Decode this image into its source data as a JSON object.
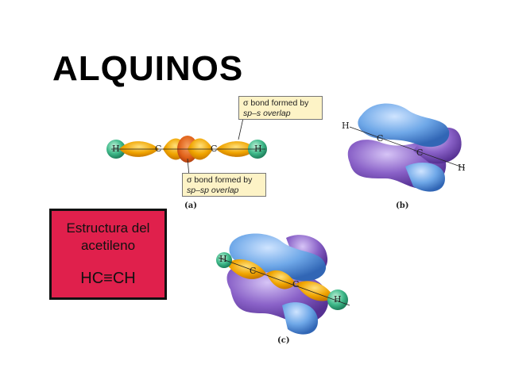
{
  "title": "ALQUINOS",
  "box": {
    "line1": "Estructura del",
    "line2": "acetileno",
    "formula": "HC≡CH"
  },
  "callout_top": {
    "line1": "σ bond formed by",
    "line2": "sp–s overlap"
  },
  "callout_bottom": {
    "line1": "σ bond formed by",
    "line2": "sp–sp overlap"
  },
  "labels": {
    "a": "(a)",
    "b": "(b)",
    "c": "(c)"
  },
  "atoms": {
    "h": "H",
    "c": "C"
  },
  "colors": {
    "box": "#e0204c",
    "orange": "#f0a400",
    "blue": "#6fa8e8",
    "purple": "#8a62c8",
    "green": "#3fb98a"
  }
}
